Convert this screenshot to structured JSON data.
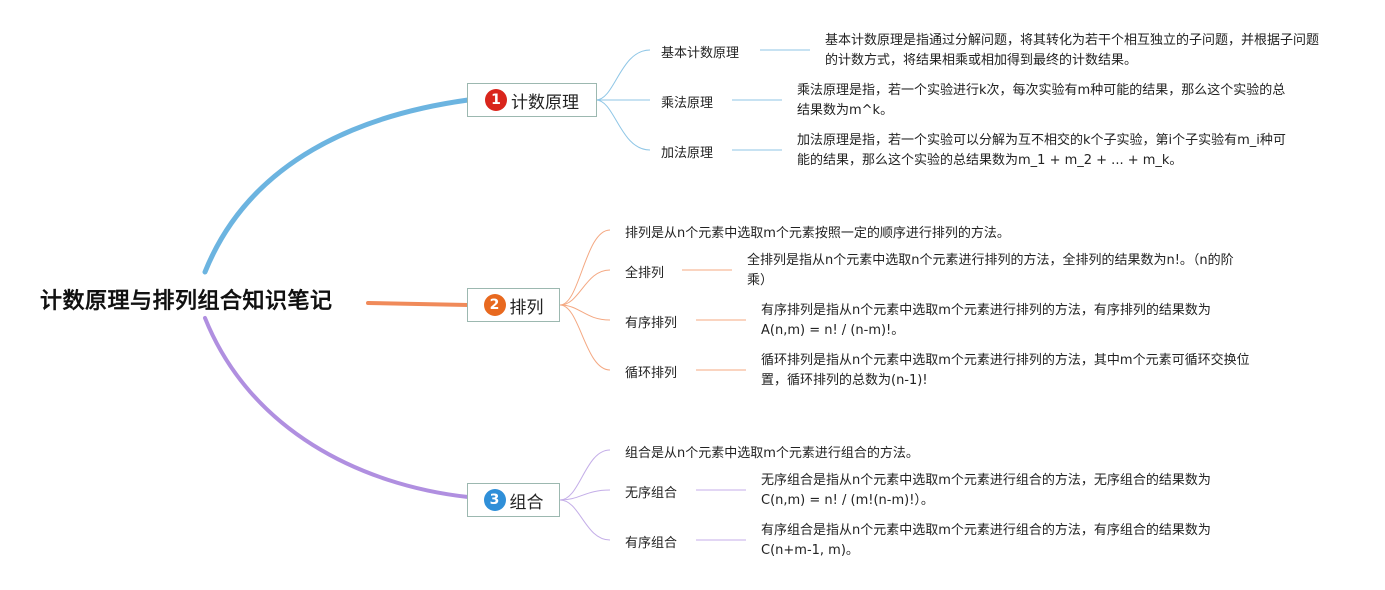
{
  "root": {
    "title": "计数原理与排列组合知识笔记"
  },
  "colors": {
    "branch1": "#6cb4e0",
    "branch2": "#f08a5a",
    "branch3": "#b08fe0",
    "num1": "#d9251c",
    "num2": "#e8691f",
    "num3": "#2f8fd8"
  },
  "branches": [
    {
      "number": "1",
      "label": "计数原理",
      "children": [
        {
          "label": "基本计数原理",
          "desc": "基本计数原理是指通过分解问题，将其转化为若干个相互独立的子问题，并根据子问题的计数方式，将结果相乘或相加得到最终的计数结果。"
        },
        {
          "label": "乘法原理",
          "desc": "乘法原理是指，若一个实验进行k次，每次实验有m种可能的结果，那么这个实验的总结果数为m^k。"
        },
        {
          "label": "加法原理",
          "desc": "加法原理是指，若一个实验可以分解为互不相交的k个子实验，第i个子实验有m_i种可能的结果，那么这个实验的总结果数为m_1 + m_2 + ... + m_k。"
        }
      ]
    },
    {
      "number": "2",
      "label": "排列",
      "intro": "排列是从n个元素中选取m个元素按照一定的顺序进行排列的方法。",
      "children": [
        {
          "label": "全排列",
          "desc": "全排列是指从n个元素中选取n个元素进行排列的方法，全排列的结果数为n!。（n的阶乘）"
        },
        {
          "label": "有序排列",
          "desc": "有序排列是指从n个元素中选取m个元素进行排列的方法，有序排列的结果数为A(n,m) = n! / (n-m)!。"
        },
        {
          "label": "循环排列",
          "desc": "循环排列是指从n个元素中选取m个元素进行排列的方法，其中m个元素可循环交换位置，循环排列的总数为(n-1)!"
        }
      ]
    },
    {
      "number": "3",
      "label": "组合",
      "intro": "组合是从n个元素中选取m个元素进行组合的方法。",
      "children": [
        {
          "label": "无序组合",
          "desc": "无序组合是指从n个元素中选取m个元素进行组合的方法，无序组合的结果数为C(n,m) = n! / (m!(n-m)!）。"
        },
        {
          "label": "有序组合",
          "desc": "有序组合是指从n个元素中选取m个元素进行组合的方法，有序组合的结果数为C(n+m-1, m)。"
        }
      ]
    }
  ]
}
